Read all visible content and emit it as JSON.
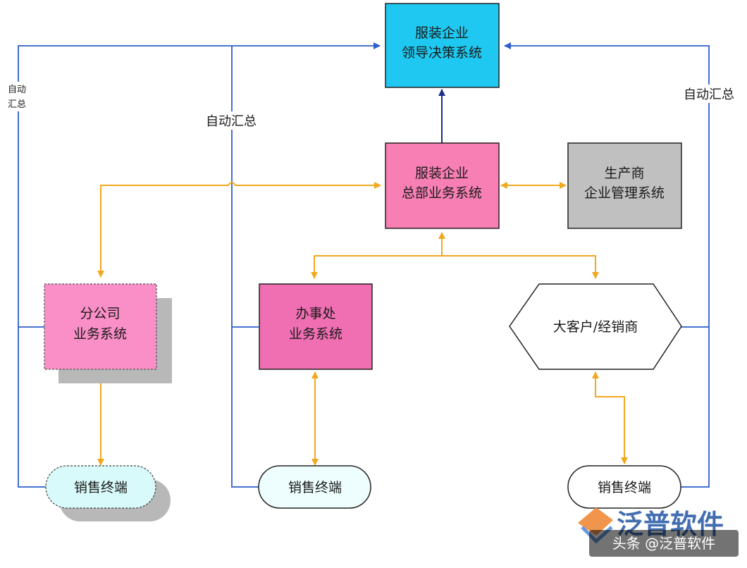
{
  "nodes": {
    "leader": {
      "line1": "服装企业",
      "line2": "领导决策系统",
      "fill": "#1ec8f0"
    },
    "hq": {
      "line1": "服装企业",
      "line2": "总部业务系统",
      "fill": "#f77fb4"
    },
    "producer": {
      "line1": "生产商",
      "line2": "企业管理系统",
      "fill": "#c0c0c0"
    },
    "branch": {
      "line1": "分公司",
      "line2": "业务系统",
      "fill": "#fa8fc8"
    },
    "office": {
      "line1": "办事处",
      "line2": "业务系统",
      "fill": "#ef6fb2"
    },
    "customer": {
      "label": "大客户/经销商"
    },
    "pos_branch": {
      "label": "销售终端",
      "fill": "#d9fafa"
    },
    "pos_office": {
      "label": "销售终端",
      "fill": "#eefefe"
    },
    "pos_customer": {
      "label": "销售终端",
      "fill": "#ffffff"
    }
  },
  "labels": {
    "auto_sum_left_1": "自动",
    "auto_sum_left_2": "汇总",
    "auto_sum_mid": "自动汇总",
    "auto_sum_right": "自动汇总"
  },
  "watermark": {
    "brand": "泛普软件",
    "footer": "头条 @泛普软件"
  },
  "colors": {
    "blue_line": "#2d5fcc",
    "orange_line": "#f2a81e",
    "dark_arrow": "#1a2f8a",
    "border": "#222222",
    "shadow": "#b8b8b8"
  }
}
